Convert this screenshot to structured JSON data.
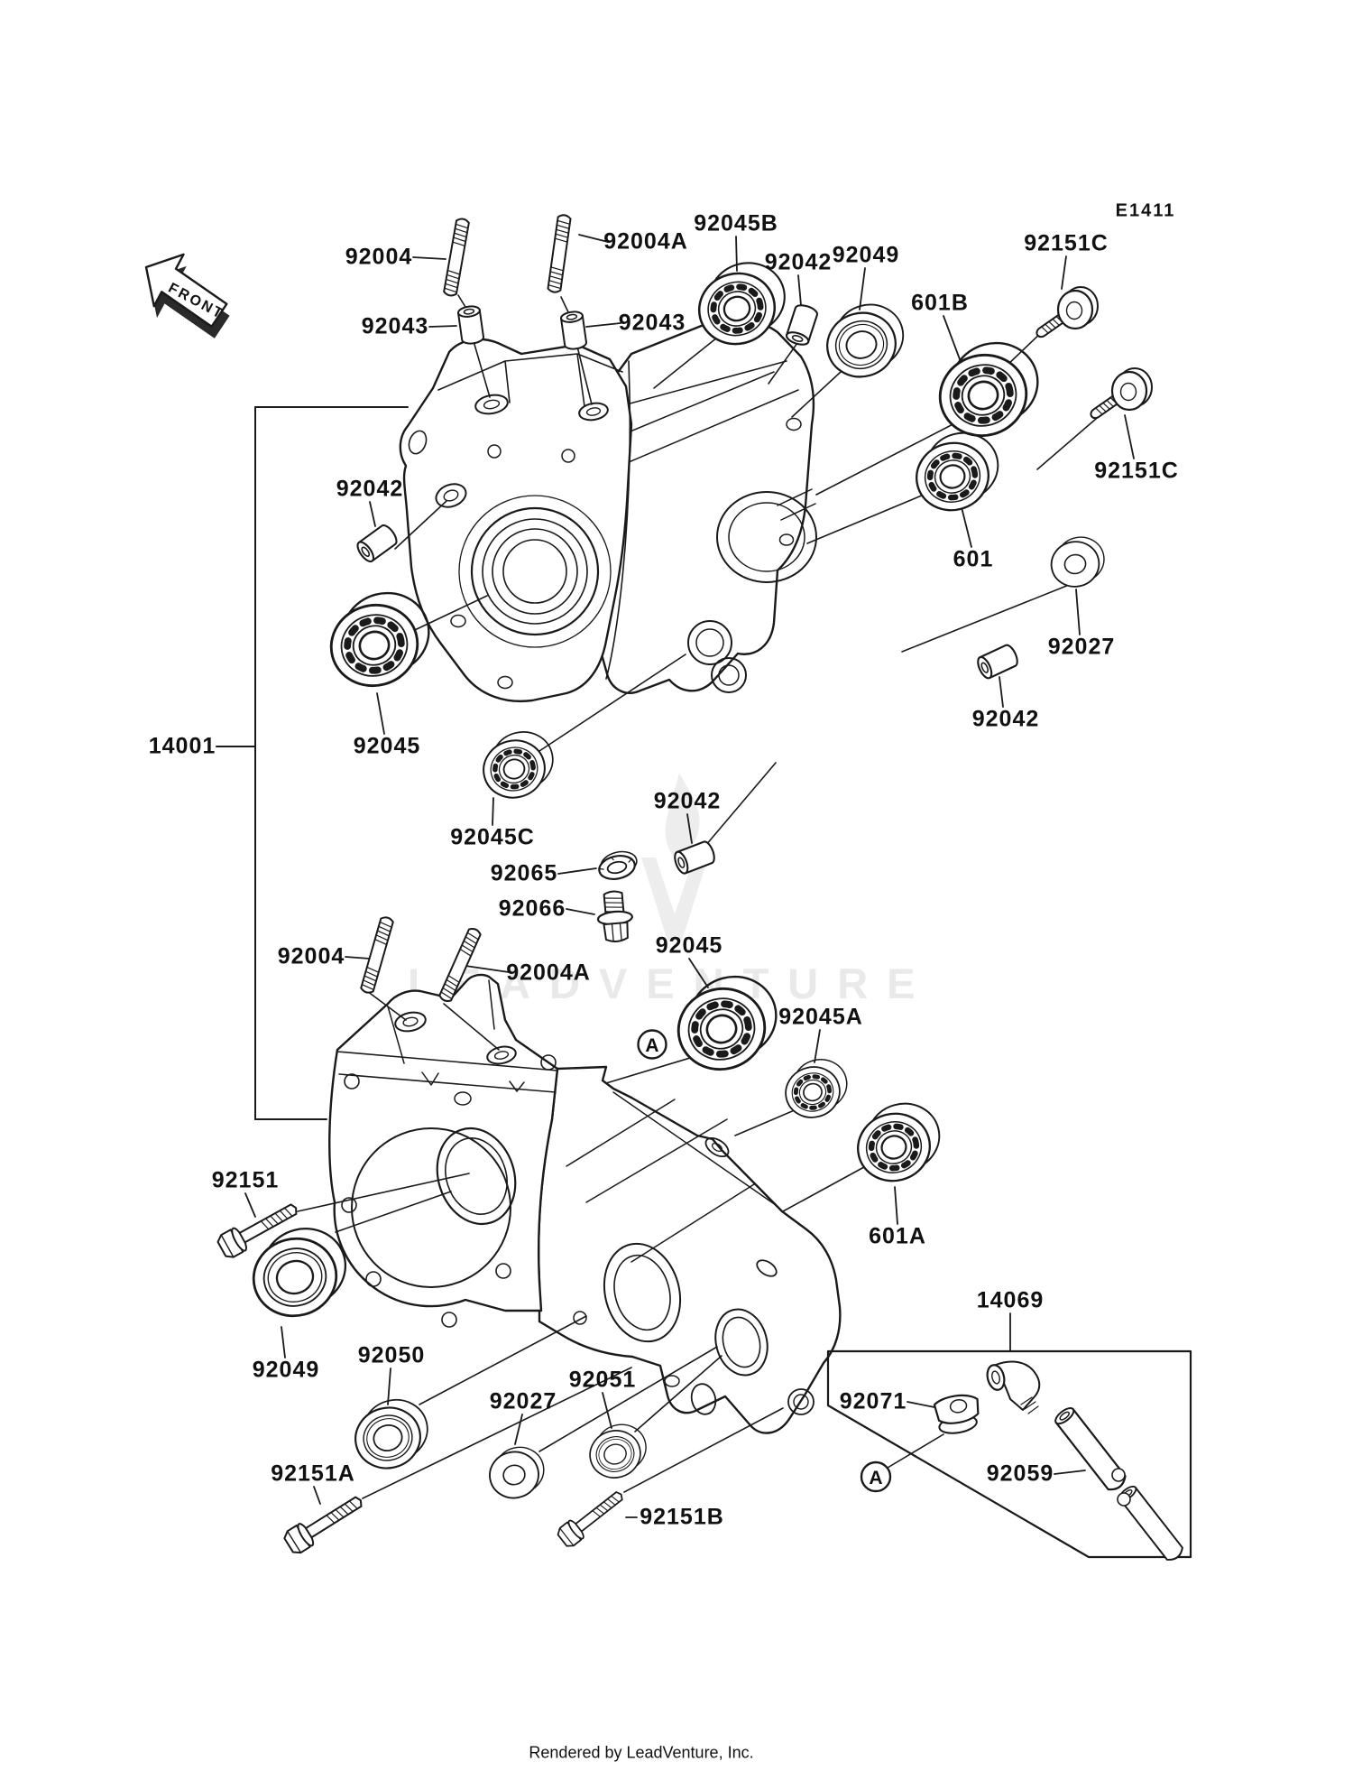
{
  "diagram": {
    "page_code": "E1411",
    "front_arrow_label": "FRONT",
    "detail_marker_label": "A",
    "watermark_text": "LEADVENTURE",
    "footer_caption": "Rendered by LeadVenture, Inc.",
    "line_color": "#1a1a1a",
    "background_color": "#ffffff",
    "watermark_color": "#e9e9e9"
  },
  "part_labels": [
    {
      "id": "92004-upper",
      "text": "92004"
    },
    {
      "id": "92004a-upper",
      "text": "92004A"
    },
    {
      "id": "92045b",
      "text": "92045B"
    },
    {
      "id": "92042-upper",
      "text": "92042"
    },
    {
      "id": "92049-upper",
      "text": "92049"
    },
    {
      "id": "601b",
      "text": "601B"
    },
    {
      "id": "92151c-upper",
      "text": "92151C"
    },
    {
      "id": "92151c-right",
      "text": "92151C"
    },
    {
      "id": "92043-left",
      "text": "92043"
    },
    {
      "id": "92043-right",
      "text": "92043"
    },
    {
      "id": "92042-left",
      "text": "92042"
    },
    {
      "id": "601",
      "text": "601"
    },
    {
      "id": "92027-right",
      "text": "92027"
    },
    {
      "id": "92042-mid-right",
      "text": "92042"
    },
    {
      "id": "14001",
      "text": "14001"
    },
    {
      "id": "92045-upper-left",
      "text": "92045"
    },
    {
      "id": "92045c",
      "text": "92045C"
    },
    {
      "id": "92065",
      "text": "92065"
    },
    {
      "id": "92066",
      "text": "92066"
    },
    {
      "id": "92042-center",
      "text": "92042"
    },
    {
      "id": "92004-lower",
      "text": "92004"
    },
    {
      "id": "92004a-lower",
      "text": "92004A"
    },
    {
      "id": "92045-lower",
      "text": "92045"
    },
    {
      "id": "92045a",
      "text": "92045A"
    },
    {
      "id": "601a",
      "text": "601A"
    },
    {
      "id": "92151",
      "text": "92151"
    },
    {
      "id": "92049-lower",
      "text": "92049"
    },
    {
      "id": "92050",
      "text": "92050"
    },
    {
      "id": "92151a",
      "text": "92151A"
    },
    {
      "id": "92027-lower",
      "text": "92027"
    },
    {
      "id": "92051",
      "text": "92051"
    },
    {
      "id": "92151b",
      "text": "92151B"
    },
    {
      "id": "14069",
      "text": "14069"
    },
    {
      "id": "92071",
      "text": "92071"
    },
    {
      "id": "92059",
      "text": "92059"
    }
  ]
}
